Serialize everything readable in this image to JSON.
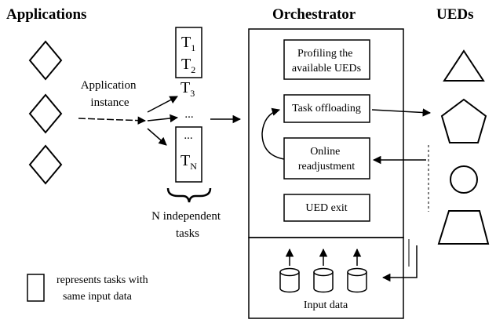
{
  "headers": {
    "applications": "Applications",
    "orchestrator": "Orchestrator",
    "ueds": "UEDs"
  },
  "application_instance": [
    "Application",
    "instance"
  ],
  "tasks": {
    "top": [
      {
        "main": "T",
        "sub": "1"
      },
      {
        "main": "T",
        "sub": "2"
      }
    ],
    "middle": {
      "main": "T",
      "sub": "3"
    },
    "ellipsis": "...",
    "bottom": {
      "main": "T",
      "sub": "N"
    }
  },
  "independent_tasks": [
    "N independent",
    "tasks"
  ],
  "orchestrator_boxes": {
    "profiling": [
      "Profiling the",
      "available UEDs"
    ],
    "offloading": [
      "Task offloading"
    ],
    "readjustment": [
      "Online",
      "readjustment"
    ],
    "exit": [
      "UED exit"
    ]
  },
  "input_data": "Input data",
  "legend": [
    "represents tasks with",
    "same input data"
  ]
}
